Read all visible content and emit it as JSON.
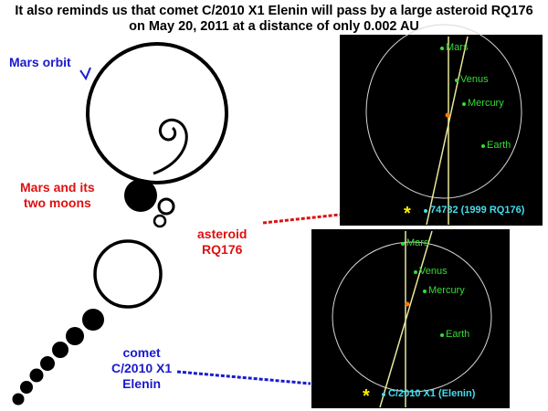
{
  "headline": {
    "line1": "It also reminds us that comet C/2010 X1 Elenin will pass by a large asteroid RQ176",
    "line2": "on May 20, 2011 at a distance of only 0.002 AU"
  },
  "sketch_labels": {
    "mars_orbit": "Mars orbit",
    "mars_moons_line1": "Mars and its",
    "mars_moons_line2": "two moons",
    "asteroid_line1": "asteroid",
    "asteroid_line2": "RQ176",
    "comet_line1": "comet",
    "comet_line2": "C/2010 X1",
    "comet_line3": "Elenin"
  },
  "label_colors": {
    "mars_orbit": "#1a1acc",
    "mars_moons": "#dd1111",
    "asteroid": "#dd1111",
    "comet": "#1a1acc",
    "connector_asteroid": "#dd1111",
    "connector_comet": "#1a1acc"
  },
  "panels": [
    {
      "id": "asteroid-panel",
      "planets": [
        "Mars",
        "Venus",
        "Mercury",
        "Earth"
      ],
      "object_label": "74732 (1999 RQ176)",
      "marker_glyph": "*"
    },
    {
      "id": "comet-panel",
      "planets": [
        "Mars",
        "Venus",
        "Mercury",
        "Earth"
      ],
      "object_label": "C/2010 X1 (Elenin)",
      "marker_glyph": "*"
    }
  ],
  "panel_colors": {
    "background": "#000000",
    "orbit": "#d8d8d8",
    "planet": "#33dd33",
    "object": "#44ddee",
    "track": "#e8e89a",
    "marker": "#ffee00",
    "sun": "#ff7700"
  }
}
